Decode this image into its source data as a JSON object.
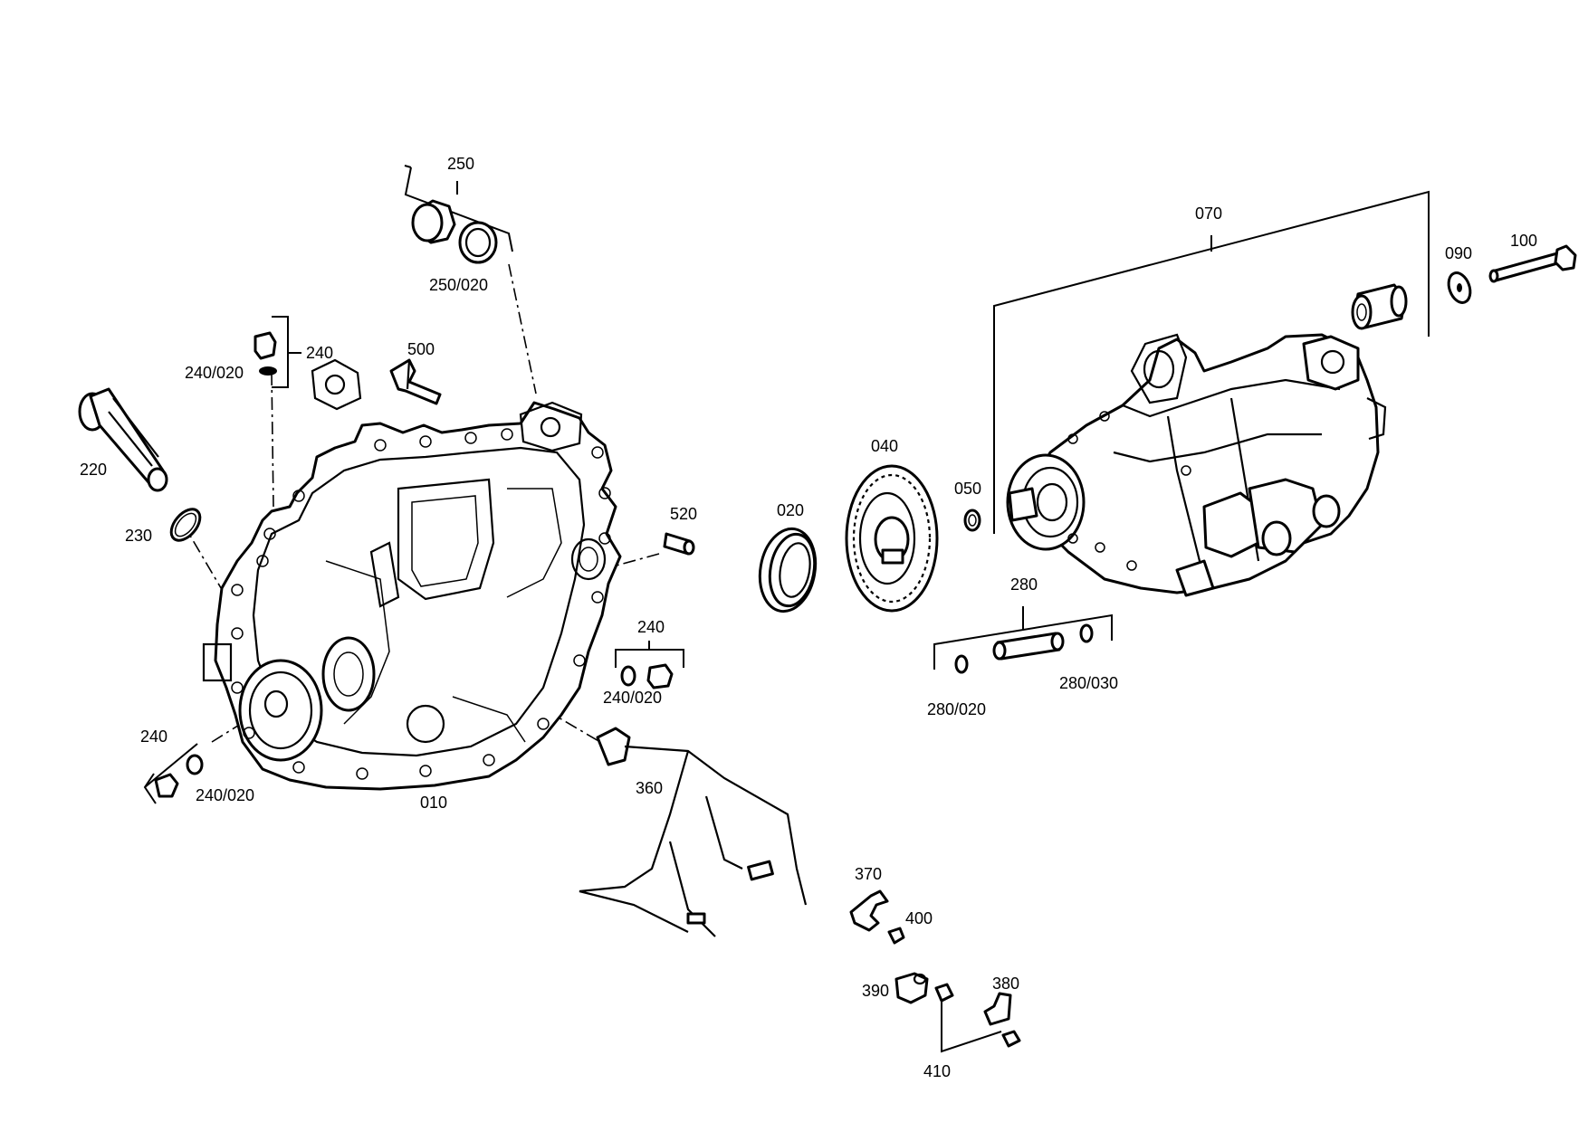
{
  "diagram": {
    "labels": {
      "p250": "250",
      "p250_020": "250/020",
      "p240_top": "240",
      "p240_020_top": "240/020",
      "p500": "500",
      "p220": "220",
      "p230": "230",
      "p520": "520",
      "p240_mid": "240",
      "p240_020_mid": "240/020",
      "p240_left": "240",
      "p240_020_left": "240/020",
      "p010": "010",
      "p360": "360",
      "p020": "020",
      "p040": "040",
      "p050": "050",
      "p070": "070",
      "p090": "090",
      "p100": "100",
      "p280": "280",
      "p280_020": "280/020",
      "p280_030": "280/030",
      "p370": "370",
      "p400": "400",
      "p390": "390",
      "p380": "380",
      "p410": "410"
    }
  }
}
